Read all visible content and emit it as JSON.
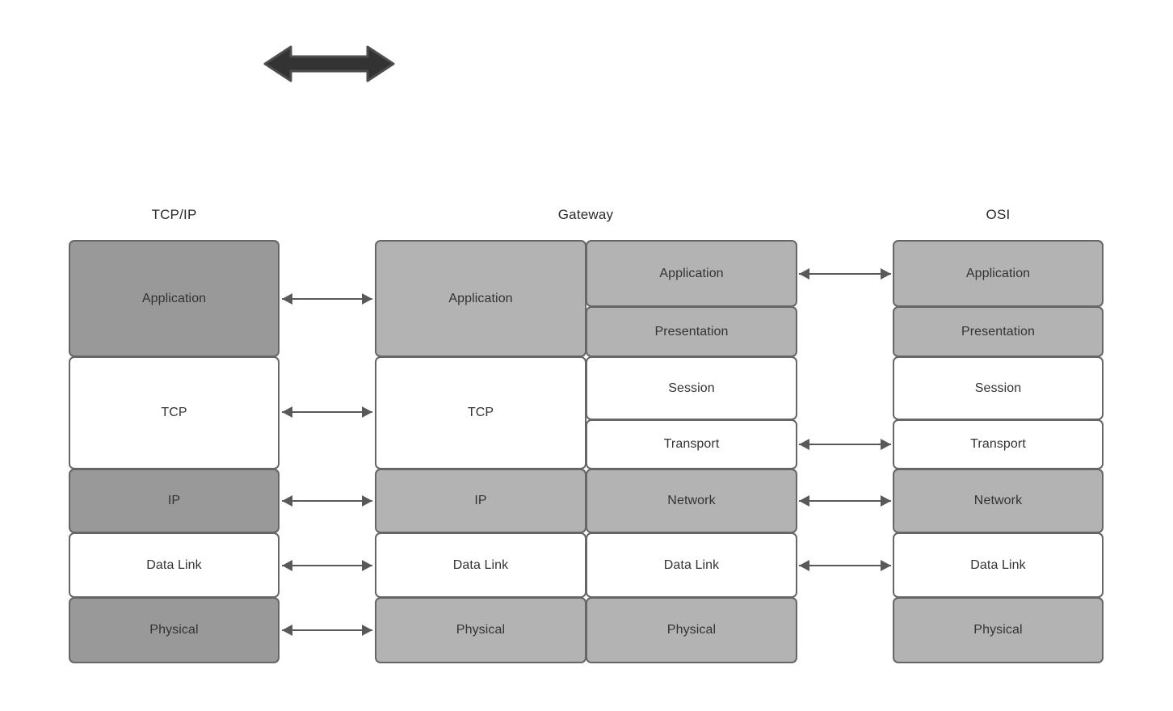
{
  "diagram": {
    "title_top_arrow": "bidirectional-arrow",
    "columns": [
      {
        "name": "tcpip",
        "title": "TCP/IP",
        "layers": [
          {
            "label": "Application",
            "fill": "dgray"
          },
          {
            "label": "TCP",
            "fill": "white"
          },
          {
            "label": "IP",
            "fill": "dgray"
          },
          {
            "label": "Data Link",
            "fill": "white"
          },
          {
            "label": "Physical",
            "fill": "dgray"
          }
        ]
      },
      {
        "name": "gateway",
        "title": "Gateway",
        "left_layers": [
          {
            "label": "Application",
            "fill": "gray"
          },
          {
            "label": "TCP",
            "fill": "white"
          },
          {
            "label": "IP",
            "fill": "gray"
          },
          {
            "label": "Data Link",
            "fill": "white"
          },
          {
            "label": "Physical",
            "fill": "gray"
          }
        ],
        "right_layers": [
          {
            "label": "Application",
            "fill": "gray"
          },
          {
            "label": "Presentation",
            "fill": "gray"
          },
          {
            "label": "Session",
            "fill": "white"
          },
          {
            "label": "Transport",
            "fill": "white"
          },
          {
            "label": "Network",
            "fill": "gray"
          },
          {
            "label": "Data Link",
            "fill": "white"
          },
          {
            "label": "Physical",
            "fill": "gray"
          }
        ]
      },
      {
        "name": "osi",
        "title": "OSI",
        "layers": [
          {
            "label": "Application",
            "fill": "gray"
          },
          {
            "label": "Presentation",
            "fill": "gray"
          },
          {
            "label": "Session",
            "fill": "white"
          },
          {
            "label": "Transport",
            "fill": "white"
          },
          {
            "label": "Network",
            "fill": "gray"
          },
          {
            "label": "Data Link",
            "fill": "white"
          },
          {
            "label": "Physical",
            "fill": "gray"
          }
        ]
      }
    ],
    "connectors_left": [
      {
        "pairs": "Application-Application"
      },
      {
        "pairs": "TCP-TCP"
      },
      {
        "pairs": "IP-IP"
      },
      {
        "pairs": "Data Link-Data Link"
      },
      {
        "pairs": "Physical-Physical"
      }
    ],
    "connectors_right": [
      {
        "pairs": "Application-Application"
      },
      {
        "pairs": "Transport-Transport"
      },
      {
        "pairs": "Network-Network"
      },
      {
        "pairs": "Data Link-Data Link"
      }
    ],
    "colors": {
      "dark_gray_fill": "#999999",
      "gray_fill": "#b3b3b3",
      "white_fill": "#ffffff",
      "border": "#666666",
      "arrow": "#595959",
      "big_arrow": "#333333",
      "text": "#333333"
    }
  }
}
